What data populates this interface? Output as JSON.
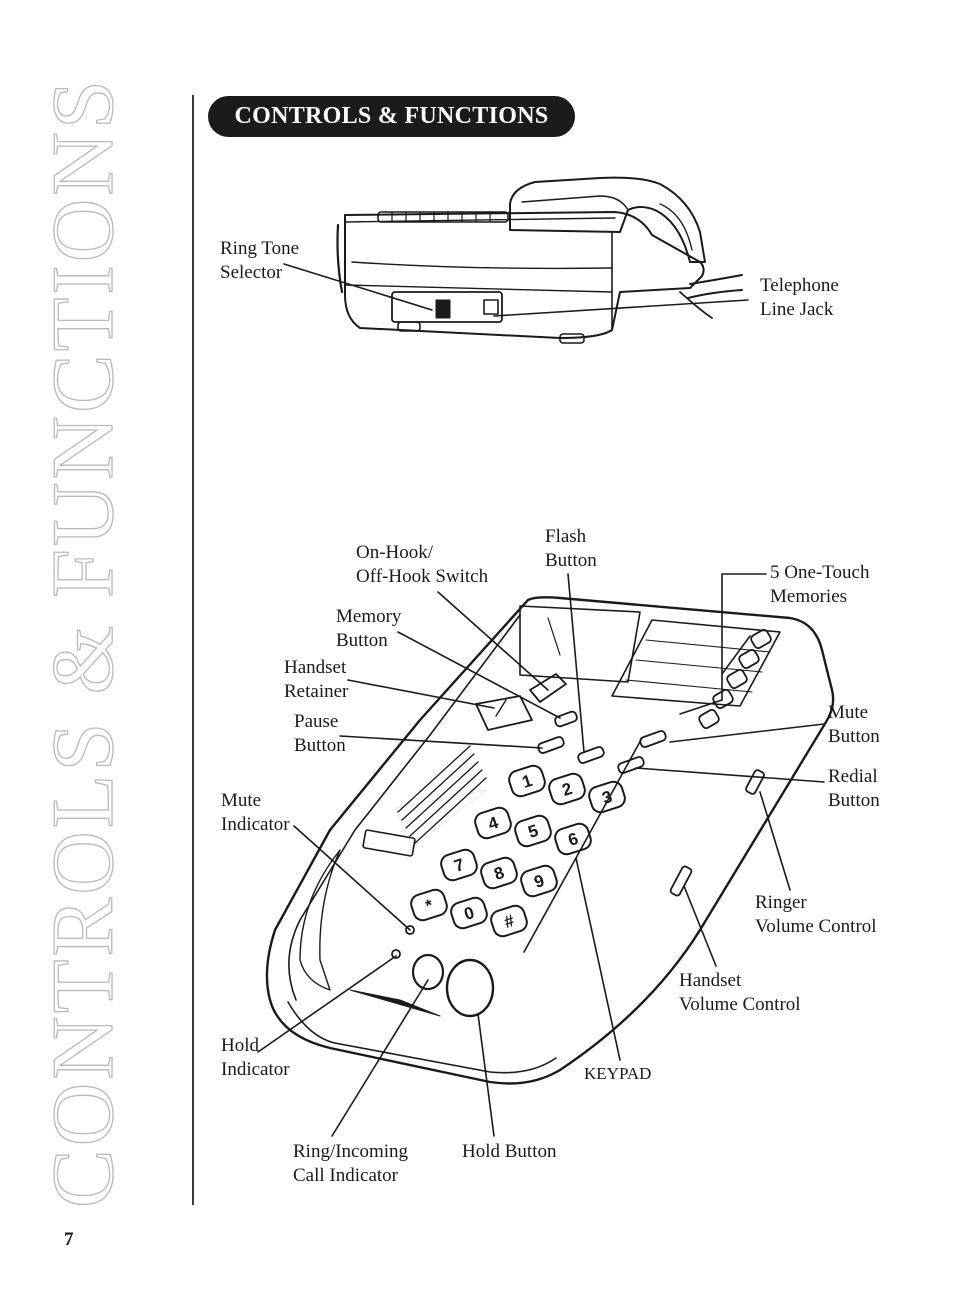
{
  "side_title": "CONTROLS & FUNCTIONS",
  "header": "CONTROLS & FUNCTIONS",
  "page_number": "7",
  "rear_view": {
    "ring_tone_selector": [
      "Ring Tone",
      "Selector"
    ],
    "telephone_line_jack": [
      "Telephone",
      "Line Jack"
    ]
  },
  "top_view": {
    "on_off_hook_switch": [
      "On-Hook/",
      "Off-Hook Switch"
    ],
    "flash_button": [
      "Flash",
      "Button"
    ],
    "one_touch_memories": [
      "5 One-Touch",
      "Memories"
    ],
    "memory_button": [
      "Memory",
      "Button"
    ],
    "handset_retainer": [
      "Handset",
      "Retainer"
    ],
    "pause_button": [
      "Pause",
      "Button"
    ],
    "mute_button": [
      "Mute",
      "Button"
    ],
    "redial_button": [
      "Redial",
      "Button"
    ],
    "mute_indicator": [
      "Mute",
      "Indicator"
    ],
    "ringer_volume_control": [
      "Ringer",
      "Volume Control"
    ],
    "handset_volume_control": [
      "Handset",
      "Volume Control"
    ],
    "hold_indicator": [
      "Hold",
      "Indicator"
    ],
    "keypad": "KEYPAD",
    "ring_incoming_indicator": [
      "Ring/Incoming",
      "Call Indicator"
    ],
    "hold_button": "Hold Button"
  },
  "keypad_keys": [
    "1",
    "2",
    "3",
    "4",
    "5",
    "6",
    "7",
    "8",
    "9",
    "*",
    "0",
    "#"
  ]
}
